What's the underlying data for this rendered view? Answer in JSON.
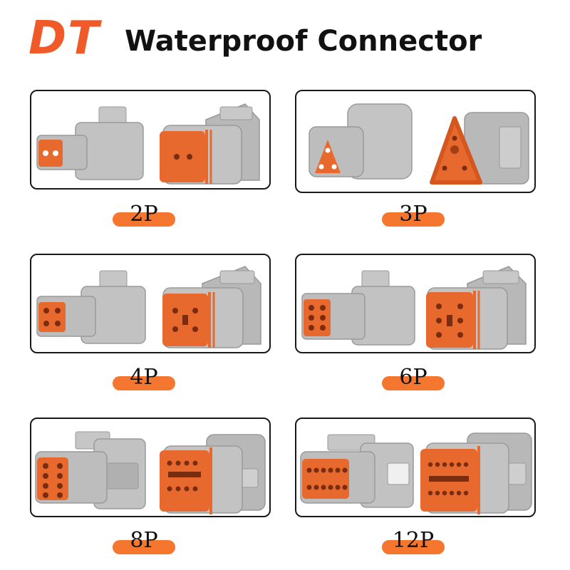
{
  "title": {
    "prefix": "DT",
    "rest": "Waterproof Connector"
  },
  "colors": {
    "accent": "#f05a28",
    "housing": "#bdbdbd",
    "housing_dark": "#9e9e9e",
    "seal": "#e8692d",
    "pill": "#f4762f"
  },
  "variants": [
    {
      "label": "2P",
      "pins": 2
    },
    {
      "label": "3P",
      "pins": 3
    },
    {
      "label": "4P",
      "pins": 4
    },
    {
      "label": "6P",
      "pins": 6
    },
    {
      "label": "8P",
      "pins": 8
    },
    {
      "label": "12P",
      "pins": 12
    }
  ]
}
